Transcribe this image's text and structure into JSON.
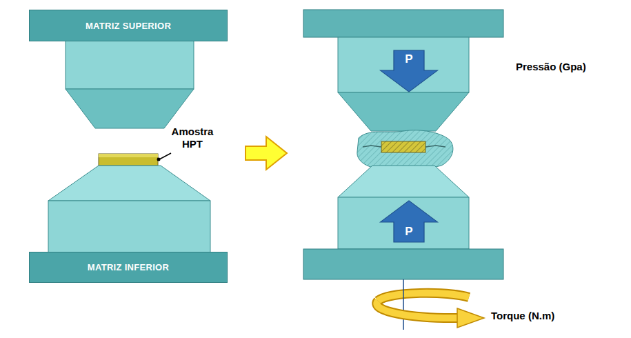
{
  "diagram": {
    "nodes": [
      {
        "text": [
          "MATRIZ SUPERIOR"
        ]
      },
      {
        "text": [
          "MATRIZ INFERIOR"
        ]
      },
      {
        "text": [
          "P"
        ]
      },
      {
        "text": [
          "P"
        ]
      }
    ],
    "labels": [
      "Amostra HPT",
      "Pressão (Gpa)",
      "Torque (N.m)"
    ]
  }
}
